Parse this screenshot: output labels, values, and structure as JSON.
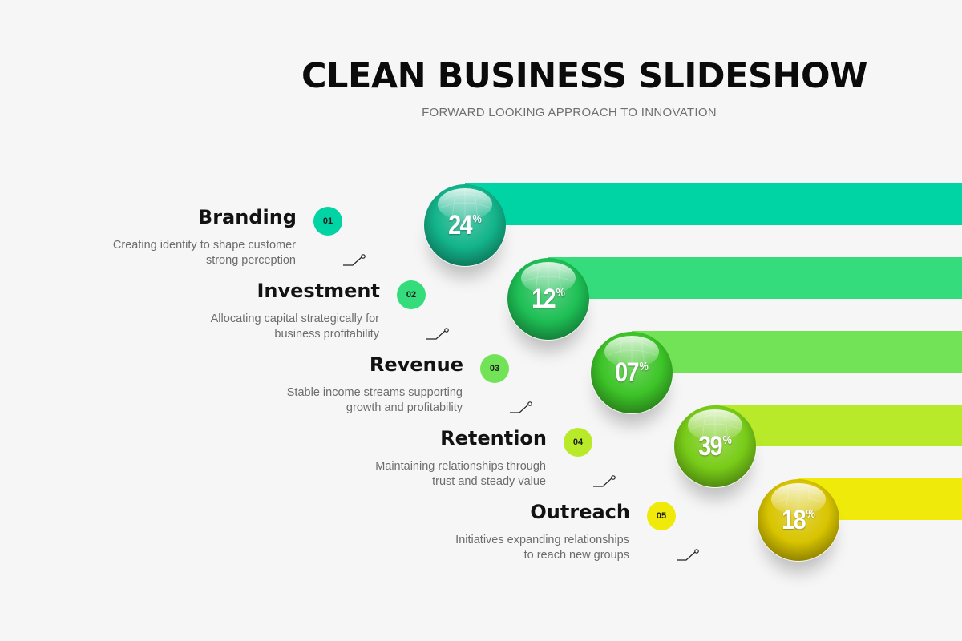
{
  "header": {
    "title": "CLEAN BUSINESS SLIDESHOW",
    "subtitle": "FORWARD LOOKING APPROACH TO INNOVATION"
  },
  "steps": [
    {
      "number": "01",
      "title": "Branding",
      "desc_line1": "Creating identity to shape customer",
      "desc_line2": "strong perception",
      "value": "24",
      "unit": "%",
      "color": "#00d4a4",
      "orb_color": "#13b48a"
    },
    {
      "number": "02",
      "title": "Investment",
      "desc_line1": "Allocating capital strategically for",
      "desc_line2": "business profitability",
      "value": "12",
      "unit": "%",
      "color": "#35dc7c",
      "orb_color": "#1ebf55"
    },
    {
      "number": "03",
      "title": "Revenue",
      "desc_line1": "Stable income streams supporting",
      "desc_line2": "growth and profitability",
      "value": "07",
      "unit": "%",
      "color": "#72e356",
      "orb_color": "#3dc428"
    },
    {
      "number": "04",
      "title": "Retention",
      "desc_line1": "Maintaining relationships through",
      "desc_line2": "trust and steady value",
      "value": "39",
      "unit": "%",
      "color": "#b8ea2a",
      "orb_color": "#78cc18"
    },
    {
      "number": "05",
      "title": "Outreach",
      "desc_line1": "Initiatives expanding relationships",
      "desc_line2": "to reach new groups",
      "value": "18",
      "unit": "%",
      "color": "#f0ea0a",
      "orb_color": "#d8c400"
    }
  ]
}
